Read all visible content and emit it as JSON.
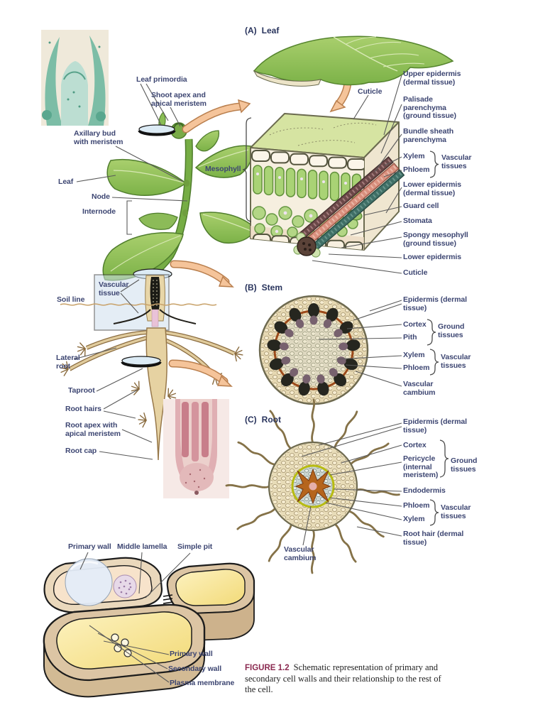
{
  "colors": {
    "label_text": "#3d4672",
    "header_text": "#28335c",
    "caption_accent": "#8b2a50",
    "arrow_fill": "#f5c49a",
    "leaf_green": "#7cb248",
    "cross_section_beige": "#e6d8b2",
    "cambium_ring": "#9c4a1a",
    "endodermis_ring": "#b7bb12"
  },
  "plant": {
    "labels": {
      "leaf_primordia": "Leaf primordia",
      "shoot_apex": "Shoot apex and apical meristem",
      "axillary_bud": "Axillary bud with meristem",
      "leaf": "Leaf",
      "node": "Node",
      "internode": "Internode",
      "vascular_tissue": "Vascular tissue",
      "soil_line": "Soil line",
      "lateral_root": "Lateral root",
      "taproot": "Taproot",
      "root_hairs": "Root hairs",
      "root_apex": "Root apex with apical meristem",
      "root_cap": "Root cap"
    }
  },
  "panel_a": {
    "tag": "(A)",
    "title": "Leaf",
    "labels": {
      "cuticle_top": "Cuticle",
      "upper_epidermis": "Upper epidermis (dermal tissue)",
      "palisade": "Palisade parenchyma (ground tissue)",
      "bundle_sheath": "Bundle sheath parenchyma",
      "xylem": "Xylem",
      "phloem": "Phloem",
      "vascular_tissues": "Vascular tissues",
      "mesophyll": "Mesophyll",
      "lower_epidermis_1": "Lower epidermis (dermal tissue)",
      "guard_cell": "Guard cell",
      "stomata": "Stomata",
      "spongy_mesophyll": "Spongy mesophyll (ground tissue)",
      "lower_epidermis_2": "Lower epidermis",
      "cuticle_bottom": "Cuticle"
    }
  },
  "panel_b": {
    "tag": "(B)",
    "title": "Stem",
    "labels": {
      "epidermis": "Epidermis (dermal tissue)",
      "cortex": "Cortex",
      "pith": "Pith",
      "ground_tissues": "Ground tissues",
      "xylem": "Xylem",
      "phloem": "Phloem",
      "vascular_tissues": "Vascular tissues",
      "vascular_cambium": "Vascular cambium"
    }
  },
  "panel_c": {
    "tag": "(C)",
    "title": "Root",
    "labels": {
      "epidermis": "Epidermis (dermal tissue)",
      "cortex": "Cortex",
      "pericycle": "Pericycle (internal meristem)",
      "ground_tissues": "Ground tissues",
      "endodermis": "Endodermis",
      "phloem": "Phloem",
      "xylem": "Xylem",
      "vascular_tissues": "Vascular tissues",
      "root_hair": "Root hair (dermal tissue)",
      "vascular_cambium": "Vascular cambium"
    }
  },
  "cell_diagram": {
    "labels": {
      "primary_wall_top": "Primary wall",
      "middle_lamella": "Middle lamella",
      "simple_pit": "Simple pit",
      "primary_wall": "Primary wall",
      "secondary_wall": "Secondary wall",
      "plasma_membrane": "Plasma membrane"
    }
  },
  "caption": {
    "figure_label": "FIGURE 1.2",
    "text": "Schematic representation of primary and secondary cell walls and their relationship to the rest of the cell."
  }
}
